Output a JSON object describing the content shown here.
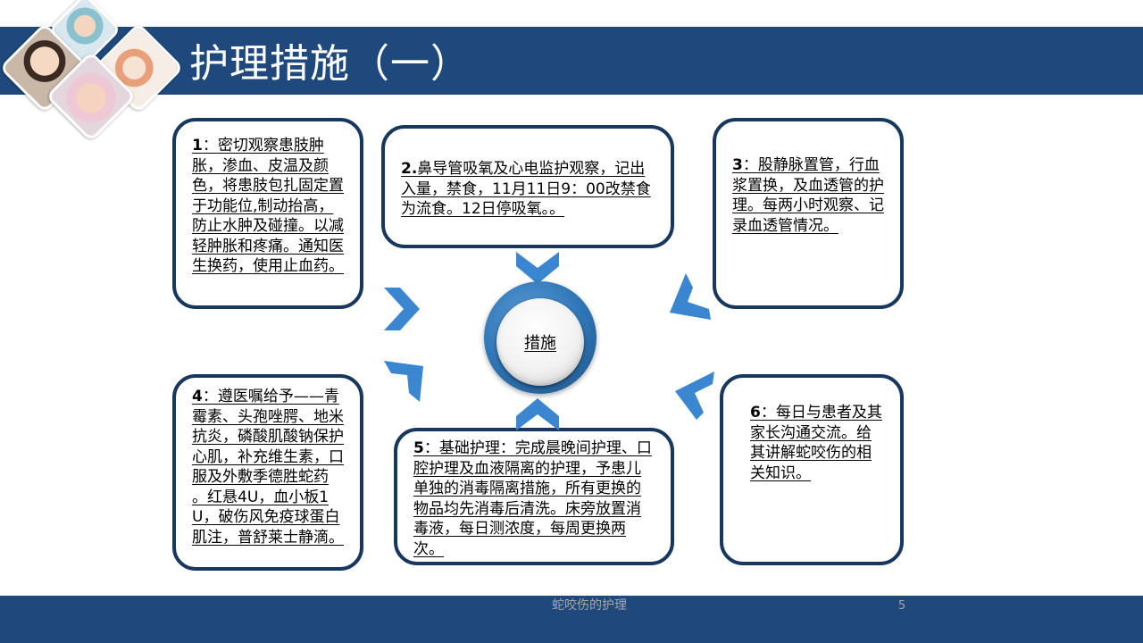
{
  "slide": {
    "title": "护理措施（一）",
    "footer_text": "蛇咬伤的护理",
    "page_number": "5"
  },
  "center": {
    "label": "措施"
  },
  "boxes": [
    {
      "num": "1",
      "text": "：密切观察患肢肿胀，渗血、皮温及颜色，将患肢包扎固定置于功能位,制动抬高，防止水肿及碰撞。以减轻肿胀和疼痛。通知医生换药，使用止血药。"
    },
    {
      "num": "2.",
      "text": "鼻导管吸氧及心电监护观察，记出入量，禁食，11月11日9：00改禁食为流食。12日停吸氧。。"
    },
    {
      "num": "3",
      "text": "：股静脉置管，行血浆置换，及血透管的护理。每两小时观察、记录血透管情况。"
    },
    {
      "num": "4",
      "text": "：遵医嘱给予——青霉素、头孢唑腭、地米抗炎，磷酸肌酸钠保护心肌，补充维生素，口服及外敷季德胜蛇药 。红悬4U，血小板1U，破伤风免疫球蛋白肌注，普舒莱士静滴。"
    },
    {
      "num": "5",
      "text": "：基础护理：完成晨晚间护理、口腔护理及血液隔离的护理，予患儿单独的消毒隔离措施，所有更换的物品均先消毒后清洗。床旁放置消毒液，每日测浓度，每周更换两次。"
    },
    {
      "num": "6",
      "text": "：每日与患者及其家长沟通交流。给其讲解蛇咬伤的相关知识。"
    }
  ],
  "colors": {
    "header_bar": "#1f497d",
    "box_border": "#17375e",
    "arrow": "#3a86d1",
    "center_ring": "#2e75b6"
  }
}
